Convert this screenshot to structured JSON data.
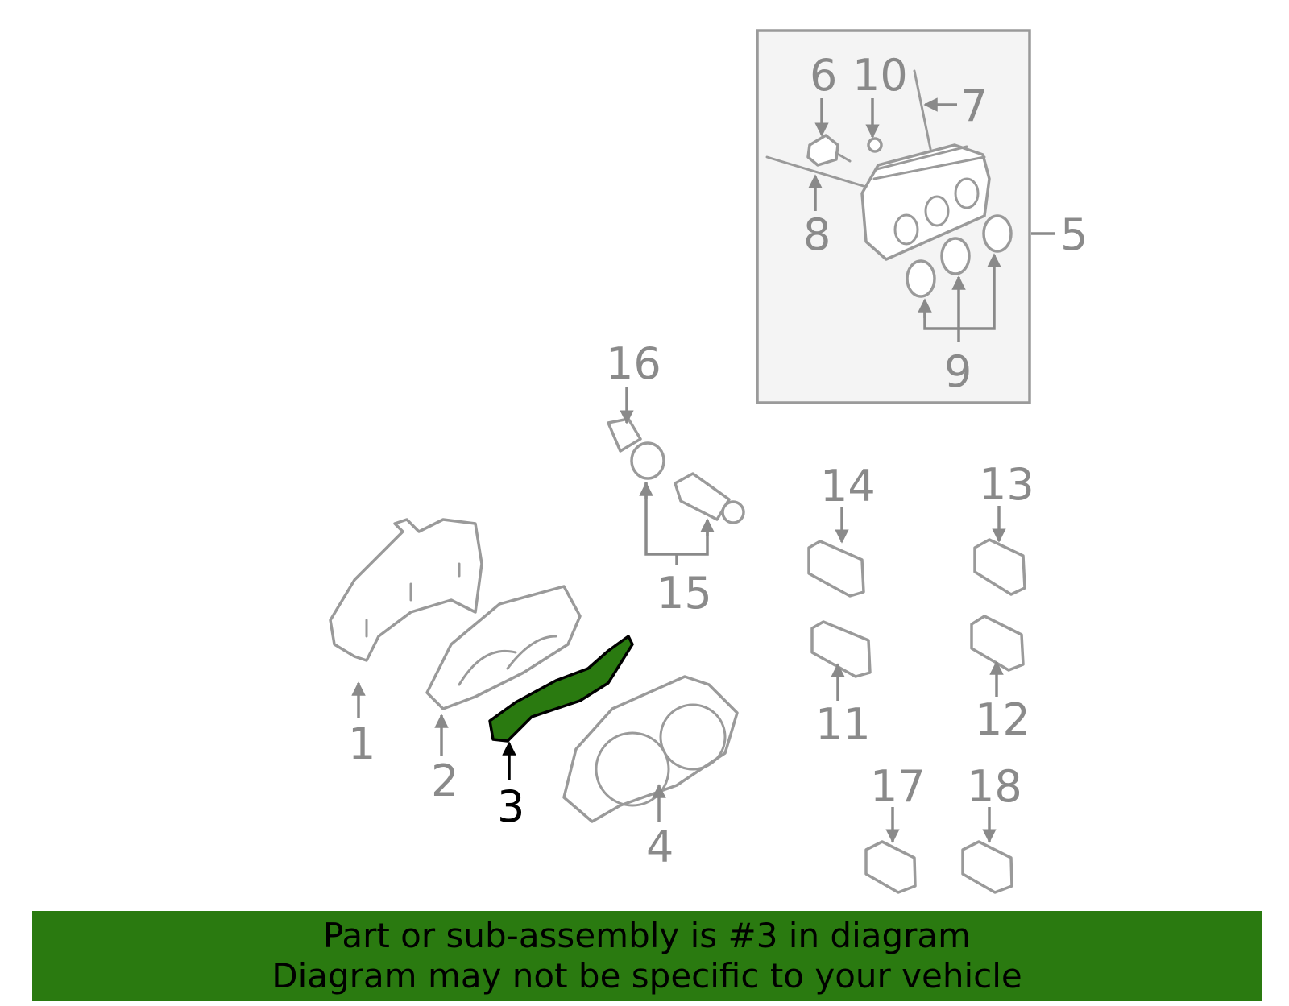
{
  "callouts": {
    "c1": "1",
    "c2": "2",
    "c3": "3",
    "c4": "4",
    "c5": "5",
    "c6": "6",
    "c7": "7",
    "c8": "8",
    "c9": "9",
    "c10": "10",
    "c11": "11",
    "c12": "12",
    "c13": "13",
    "c14": "14",
    "c15": "15",
    "c16": "16",
    "c17": "17",
    "c18": "18"
  },
  "highlight": {
    "part": "3",
    "color": "#2a7a10"
  },
  "banner": {
    "line1": "Part or sub-assembly is #3 in diagram",
    "line2": "Diagram may not be specific to your vehicle",
    "color": "#2a7a10"
  }
}
